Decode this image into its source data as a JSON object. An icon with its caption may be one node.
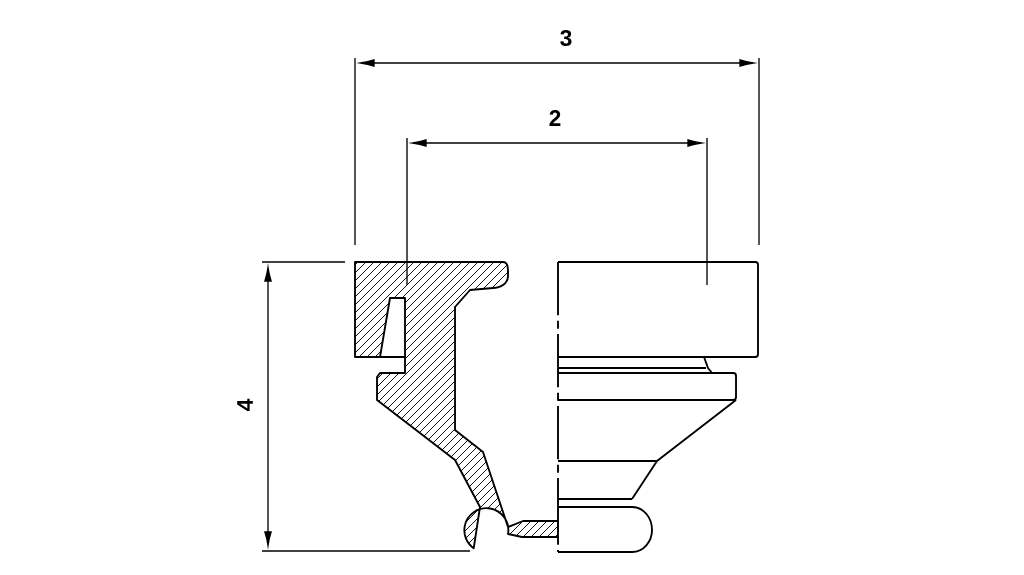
{
  "diagram": {
    "labels": [
      "3",
      "2",
      "4"
    ]
  }
}
